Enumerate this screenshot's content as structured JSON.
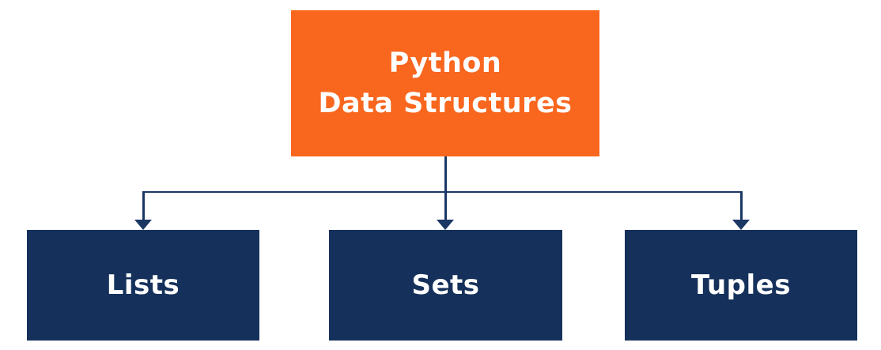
{
  "diagram": {
    "type": "tree",
    "root": {
      "label_line1": "Python",
      "label_line2": "Data Structures"
    },
    "children": [
      {
        "label": "Lists"
      },
      {
        "label": "Sets"
      },
      {
        "label": "Tuples"
      }
    ],
    "colors": {
      "root_bg": "#F9661E",
      "child_bg": "#15315B",
      "connector": "#1B3764",
      "text": "#FFFFFF",
      "canvas_bg": "#FFFFFF"
    }
  }
}
